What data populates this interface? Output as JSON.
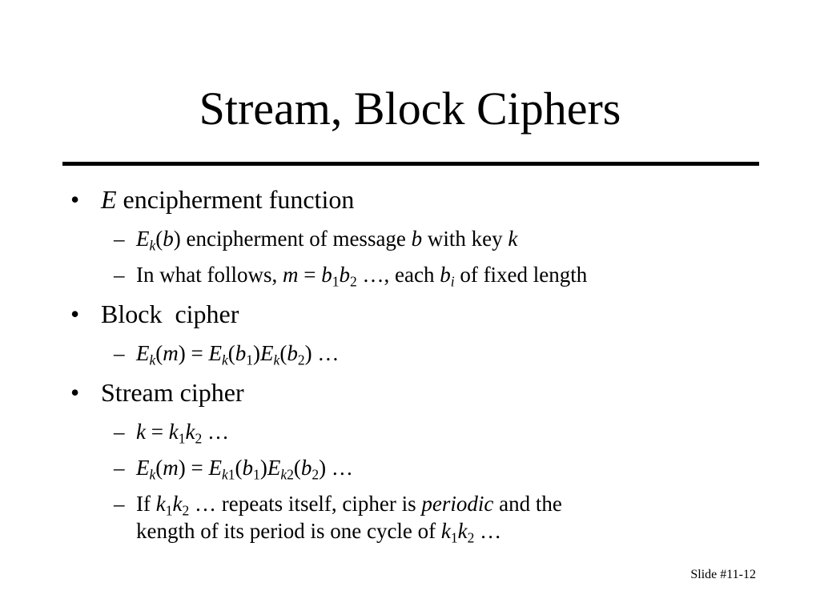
{
  "slide": {
    "title": "Stream, Block Ciphers",
    "bullet_marker": "•",
    "dash_marker": "–",
    "number": "Slide #11-12"
  },
  "items": [
    {
      "level": 1,
      "text": "E encipherment function"
    },
    {
      "level": 2,
      "text": "Ek(b) encipherment of message b with key k"
    },
    {
      "level": 2,
      "text": "In what follows, m = b1b2 …, each bi of fixed length"
    },
    {
      "level": 1,
      "text": "Block  cipher"
    },
    {
      "level": 2,
      "text": "Ek(m) = Ek(b1)Ek(b2) …"
    },
    {
      "level": 1,
      "text": "Stream cipher"
    },
    {
      "level": 2,
      "text": "k = k1k2 …"
    },
    {
      "level": 2,
      "text": "Ek(m) = Ek1(b1)Ek2(b2) …"
    },
    {
      "level": 2,
      "text": "If k1k2 … repeats itself, cipher is periodic and the kength of its period is one cycle of k1k2 …"
    }
  ]
}
